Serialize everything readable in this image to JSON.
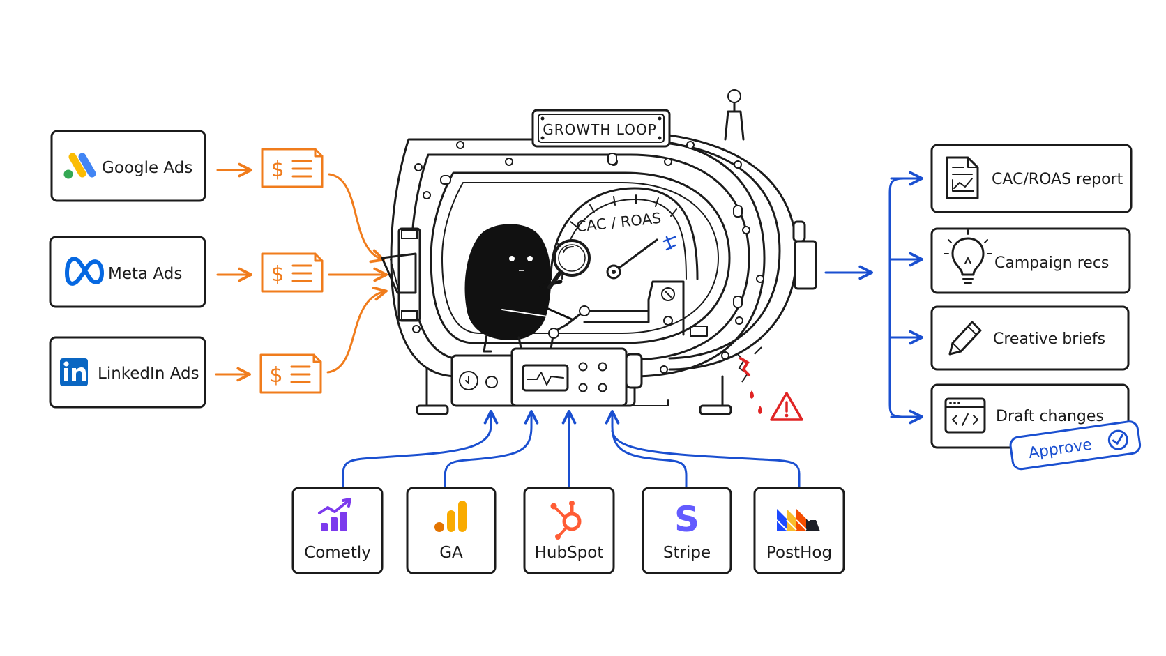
{
  "machine": {
    "sign": "GROWTH LOOP",
    "gauge_label": "CAC / ROAS"
  },
  "sources": [
    {
      "label": "Google Ads",
      "icon": "google-ads-icon"
    },
    {
      "label": "Meta Ads",
      "icon": "meta-icon"
    },
    {
      "label": "LinkedIn Ads",
      "icon": "linkedin-icon"
    }
  ],
  "outputs": [
    {
      "label": "CAC/ROAS report",
      "icon": "report-icon"
    },
    {
      "label": "Campaign recs",
      "icon": "lightbulb-icon"
    },
    {
      "label": "Creative briefs",
      "icon": "pencil-icon"
    },
    {
      "label": "Draft changes",
      "icon": "code-window-icon"
    }
  ],
  "approve_label": "Approve",
  "tools": [
    {
      "label": "Cometly",
      "icon": "cometly-icon"
    },
    {
      "label": "GA",
      "icon": "google-analytics-icon"
    },
    {
      "label": "HubSpot",
      "icon": "hubspot-icon"
    },
    {
      "label": "Stripe",
      "icon": "stripe-icon"
    },
    {
      "label": "PostHog",
      "icon": "posthog-icon"
    }
  ],
  "colors": {
    "ink": "#1b1b1b",
    "orange": "#f07c1c",
    "blue": "#1a4fd0",
    "red": "#e02424"
  }
}
